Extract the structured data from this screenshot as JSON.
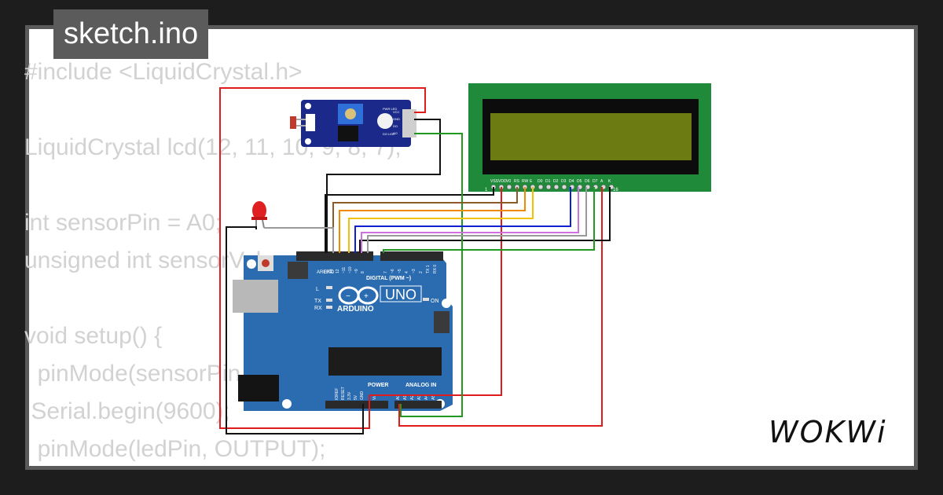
{
  "title": "sketch.ino",
  "code_lines": [
    "#include <LiquidCrystal.h>",
    "",
    "LiquidCrystal lcd(12, 11, 10, 9, 8, 7);",
    "",
    "int sensorPin = A0;",
    "unsigned int sensorValue = 0;",
    "",
    "void setup() {",
    "  pinMode(sensorPin, INPUT);",
    " Serial.begin(9600);",
    "  pinMode(ledPin, OUTPUT);"
  ],
  "logo": "WOKWi",
  "arduino": {
    "brand": "ARDUINO",
    "model": "UNO",
    "on_label": "ON",
    "digital_label": "DIGITAL (PWM ~)",
    "power_label": "POWER",
    "analog_label": "ANALOG IN",
    "aref": "AREF",
    "gnd": "GND",
    "l": "L",
    "tx": "TX",
    "rx": "RX",
    "ioref": "IOREF",
    "reset": "RESET",
    "v33": "3.3V",
    "v5": "5V",
    "gnd2": "GND",
    "vin": "Vin",
    "digital_pins": [
      "13",
      "12",
      "~11",
      "~10",
      "~9",
      "8",
      "7",
      "~6",
      "~5",
      "4",
      "~3",
      "2",
      "TX 1",
      "RX 0"
    ],
    "analog_pins": [
      "A0",
      "A1",
      "A2",
      "A3",
      "A4",
      "A5"
    ]
  },
  "sensor_module": {
    "labels": [
      "VCC",
      "GND",
      "DO",
      "AO"
    ],
    "led_labels": [
      "PWR LED",
      "DO LED"
    ]
  },
  "lcd": {
    "pins": [
      "VSS",
      "VDD",
      "V0",
      "RS",
      "RW",
      "E",
      "D0",
      "D1",
      "D2",
      "D3",
      "D4",
      "D5",
      "D6",
      "D7",
      "A",
      "K"
    ],
    "first_pin": "1",
    "last_pin": "16"
  },
  "wire_colors": {
    "red": "#e01b1b",
    "black": "#111111",
    "green": "#1f9a1f",
    "brown": "#8b5a2b",
    "orange": "#f08a00",
    "yellow": "#f2c200",
    "blue": "#1020d0",
    "violet": "#d070e0",
    "gray": "#9a9a9a"
  }
}
